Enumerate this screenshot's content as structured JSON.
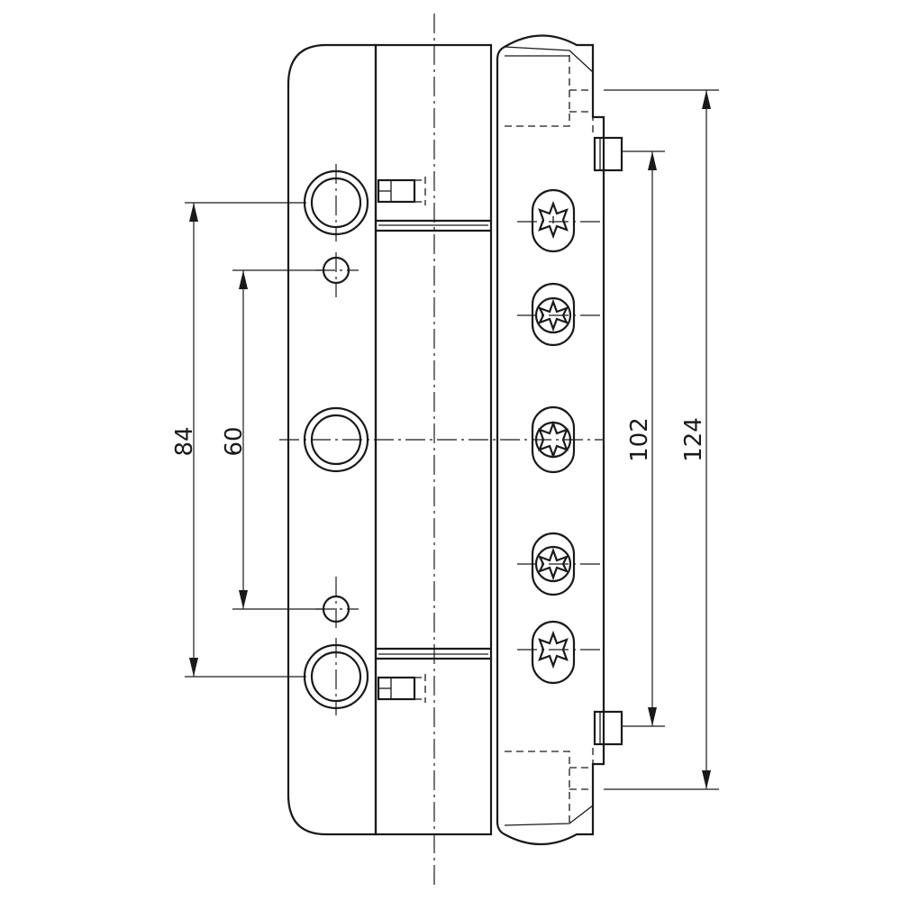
{
  "colors": {
    "stroke": "#1a1a1a",
    "background": "#ffffff"
  },
  "dimensions": {
    "frame_holes_outer": "84",
    "frame_holes_inner": "60",
    "sash_pins": "102",
    "sash_total": "124"
  }
}
